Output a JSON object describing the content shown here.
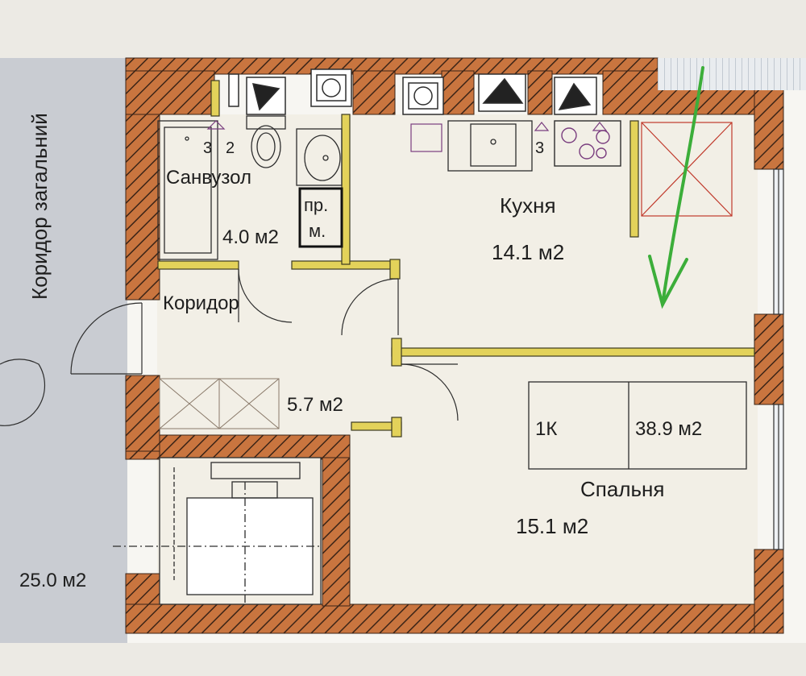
{
  "colors": {
    "paper": "#f3f2ef",
    "page": "#f7f6f2",
    "floor": "#f2efe6",
    "wall_fill": "#c9753f",
    "wall_hatch": "#3b2417",
    "partition": "#e3d25a",
    "partition_edge": "#3c3a20",
    "corridor": "#c9ccd2",
    "fixture_stroke": "#2d2d2d",
    "accent_purple": "#7a3e7f",
    "arrow_green": "#3cae3a"
  },
  "plan": {
    "corridor_general": "Коридор загальний",
    "corridor_area": "25.0 м2",
    "summary": {
      "type": "1К",
      "total_area": "38.9 м2"
    },
    "rooms": {
      "bathroom": {
        "name": "Санвузол",
        "area": "4.0 м2"
      },
      "storage": {
        "line1": "пр.",
        "line2": "м."
      },
      "kitchen": {
        "name": "Кухня",
        "area": "14.1 м2"
      },
      "hall": {
        "name": "Коридор",
        "area": "5.7 м2"
      },
      "bedroom": {
        "name": "Спальня",
        "area": "15.1 м2"
      }
    },
    "marks": {
      "bath_a": "3",
      "bath_b": "2",
      "kitchen_c": "3"
    }
  }
}
